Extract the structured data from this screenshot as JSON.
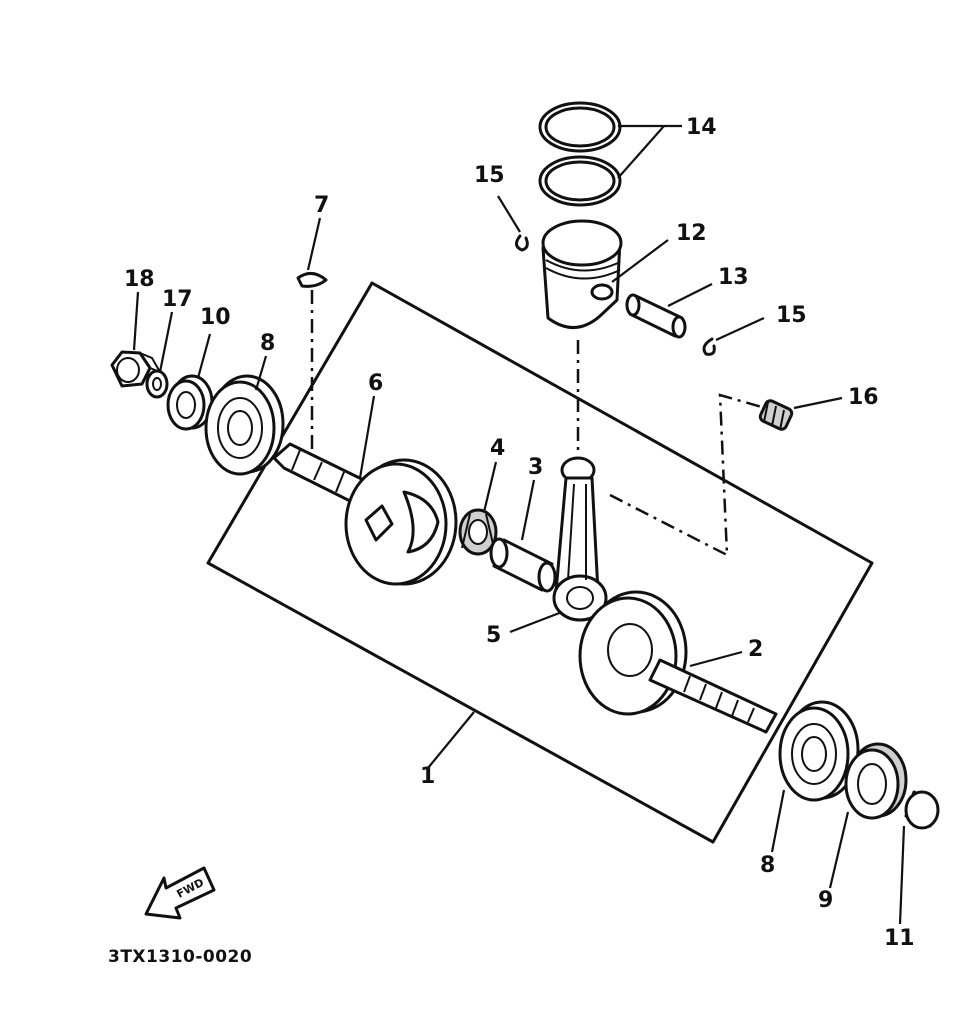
{
  "diagram": {
    "part_code": "3TX1310-0020",
    "direction_arrow_text": "FWD",
    "callouts": {
      "c1": "1",
      "c2": "2",
      "c3": "3",
      "c4": "4",
      "c5": "5",
      "c6": "6",
      "c7": "7",
      "c8_left": "8",
      "c8_right": "8",
      "c9": "9",
      "c10": "10",
      "c11": "11",
      "c12": "12",
      "c13": "13",
      "c14": "14",
      "c15_top": "15",
      "c15_right": "15",
      "c16": "16",
      "c17": "17",
      "c18": "18"
    }
  }
}
